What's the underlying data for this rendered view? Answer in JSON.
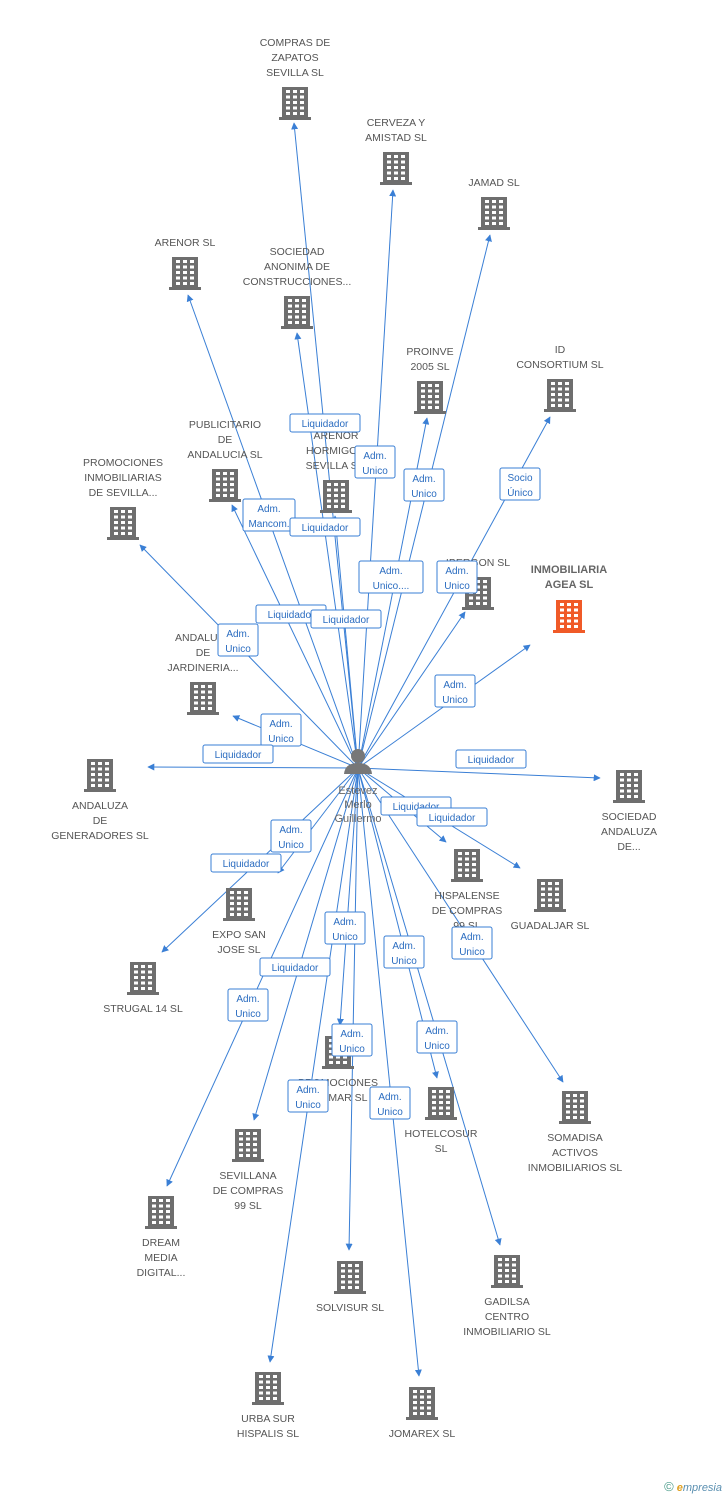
{
  "colors": {
    "edge": "#3a7fd5",
    "building": "#6e6e6e",
    "focus_building": "#f05a28",
    "person": "#777777"
  },
  "person": {
    "icon": "person-icon",
    "lines": [
      "Estevez",
      "Merlo",
      "Guillermo"
    ]
  },
  "companies": [
    {
      "id": "compras-zapatos",
      "lines": [
        "COMPRAS DE",
        "ZAPATOS",
        "SEVILLA SL"
      ],
      "label_pos": "above"
    },
    {
      "id": "cerveza-amistad",
      "lines": [
        "CERVEZA Y",
        "AMISTAD SL"
      ],
      "label_pos": "above"
    },
    {
      "id": "jamad",
      "lines": [
        "JAMAD SL"
      ],
      "label_pos": "above"
    },
    {
      "id": "arenor",
      "lines": [
        "ARENOR SL"
      ],
      "label_pos": "above"
    },
    {
      "id": "sociedad-anonima-construcciones",
      "lines": [
        "SOCIEDAD",
        "ANONIMA DE",
        "CONSTRUCCIONES..."
      ],
      "label_pos": "above"
    },
    {
      "id": "proinve",
      "lines": [
        "PROINVE",
        "2005 SL"
      ],
      "label_pos": "above"
    },
    {
      "id": "id-consortium",
      "lines": [
        "ID",
        "CONSORTIUM SL"
      ],
      "label_pos": "above"
    },
    {
      "id": "publicitario-andalucia",
      "lines": [
        "PUBLICITARIO",
        "DE",
        "ANDALUCIA SL"
      ],
      "label_pos": "above"
    },
    {
      "id": "arenor-hormigones",
      "lines": [
        "ARENOR",
        "HORMIGO...",
        "SEVILLA S..."
      ],
      "label_pos": "above"
    },
    {
      "id": "promociones-inmobiliarias",
      "lines": [
        "PROMOCIONES",
        "INMOBILIARIAS",
        "DE SEVILLA..."
      ],
      "label_pos": "above"
    },
    {
      "id": "ibergon",
      "lines": [
        "IBERGON SL"
      ],
      "label_pos": "above"
    },
    {
      "id": "inmobiliaria-agea",
      "lines": [
        "INMOBILIARIA",
        "AGEA SL"
      ],
      "label_pos": "above",
      "focus": true
    },
    {
      "id": "andaluza-jardineria",
      "lines": [
        "ANDALUZA",
        "DE",
        "JARDINERIA..."
      ],
      "label_pos": "above"
    },
    {
      "id": "andaluza-generadores",
      "lines": [
        "ANDALUZA",
        "DE",
        "GENERADORES SL"
      ],
      "label_pos": "below"
    },
    {
      "id": "sociedad-andaluza",
      "lines": [
        "SOCIEDAD",
        "ANDALUZA",
        "DE..."
      ],
      "label_pos": "below"
    },
    {
      "id": "hispalense-compras",
      "lines": [
        "HISPALENSE",
        "DE COMPRAS",
        "99 SL"
      ],
      "label_pos": "below"
    },
    {
      "id": "guadaljar",
      "lines": [
        "GUADALJAR SL"
      ],
      "label_pos": "below"
    },
    {
      "id": "expo-san-jose",
      "lines": [
        "EXPO SAN",
        "JOSE SL"
      ],
      "label_pos": "below"
    },
    {
      "id": "strugal-14",
      "lines": [
        "STRUGAL 14 SL"
      ],
      "label_pos": "below"
    },
    {
      "id": "promociones-alamar",
      "lines": [
        "PROMOCIONES",
        "ALAMAR SL"
      ],
      "label_pos": "below"
    },
    {
      "id": "hotelcosur",
      "lines": [
        "HOTELCOSUR",
        "SL"
      ],
      "label_pos": "below"
    },
    {
      "id": "somadisa",
      "lines": [
        "SOMADISA",
        "ACTIVOS",
        "INMOBILIARIOS SL"
      ],
      "label_pos": "below"
    },
    {
      "id": "sevillana-compras",
      "lines": [
        "SEVILLANA",
        "DE COMPRAS",
        "99 SL"
      ],
      "label_pos": "below"
    },
    {
      "id": "dream-media",
      "lines": [
        "DREAM",
        "MEDIA",
        "DIGITAL..."
      ],
      "label_pos": "below"
    },
    {
      "id": "solvisur",
      "lines": [
        "SOLVISUR SL"
      ],
      "label_pos": "below"
    },
    {
      "id": "gadilsa",
      "lines": [
        "GADILSA",
        "CENTRO",
        "INMOBILIARIO SL"
      ],
      "label_pos": "below"
    },
    {
      "id": "urba-sur",
      "lines": [
        "URBA SUR",
        "HISPALIS SL"
      ],
      "label_pos": "below"
    },
    {
      "id": "jomarex",
      "lines": [
        "JOMAREX SL"
      ],
      "label_pos": "below"
    }
  ],
  "relations": [
    {
      "target": "compras-zapatos",
      "role": [
        "Liquidador"
      ]
    },
    {
      "target": "cerveza-amistad",
      "role": [
        "Adm.",
        "Unico"
      ]
    },
    {
      "target": "jamad",
      "role": [
        "Adm.",
        "Unico"
      ]
    },
    {
      "target": "arenor",
      "role": [
        "Adm.",
        "Mancom."
      ]
    },
    {
      "target": "sociedad-anonima-construcciones",
      "role": [
        "Liquidador"
      ]
    },
    {
      "target": "proinve",
      "role": [
        "Adm.",
        "Unico...."
      ]
    },
    {
      "target": "id-consortium",
      "role": [
        "Socio",
        "Único"
      ]
    },
    {
      "target": "publicitario-andalucia",
      "role": [
        "Liquidador"
      ]
    },
    {
      "target": "arenor-hormigones",
      "role": [
        "Liquidador"
      ]
    },
    {
      "target": "promociones-inmobiliarias",
      "role": [
        "Adm.",
        "Unico"
      ]
    },
    {
      "target": "ibergon",
      "role": [
        "Adm.",
        "Unico"
      ]
    },
    {
      "target": "inmobiliaria-agea",
      "role": [
        "Adm.",
        "Unico"
      ]
    },
    {
      "target": "andaluza-jardineria",
      "role": [
        "Adm.",
        "Unico"
      ]
    },
    {
      "target": "andaluza-generadores",
      "role": [
        "Liquidador"
      ]
    },
    {
      "target": "sociedad-andaluza",
      "role": [
        "Liquidador"
      ]
    },
    {
      "target": "hispalense-compras",
      "role": [
        "Liquidador"
      ]
    },
    {
      "target": "guadaljar",
      "role": [
        "Liquidador"
      ]
    },
    {
      "target": "expo-san-jose",
      "role": [
        "Adm.",
        "Unico"
      ]
    },
    {
      "target": "strugal-14",
      "role": [
        "Liquidador"
      ]
    },
    {
      "target": "promociones-alamar",
      "role": [
        "Adm.",
        "Unico"
      ]
    },
    {
      "target": "hotelcosur",
      "role": [
        "Adm.",
        "Unico"
      ]
    },
    {
      "target": "somadisa",
      "role": [
        "Adm.",
        "Unico"
      ]
    },
    {
      "target": "sevillana-compras",
      "role": [
        "Liquidador"
      ]
    },
    {
      "target": "dream-media",
      "role": [
        "Adm.",
        "Unico"
      ]
    },
    {
      "target": "solvisur",
      "role": [
        "Adm.",
        "Unico"
      ]
    },
    {
      "target": "gadilsa",
      "role": [
        "Adm.",
        "Unico"
      ]
    },
    {
      "target": "urba-sur",
      "role": [
        "Adm.",
        "Unico"
      ]
    },
    {
      "target": "jomarex",
      "role": [
        "Adm.",
        "Unico"
      ]
    }
  ],
  "footer": {
    "copyright": "©",
    "brand_initial": "e",
    "brand_rest": "mpresia"
  }
}
